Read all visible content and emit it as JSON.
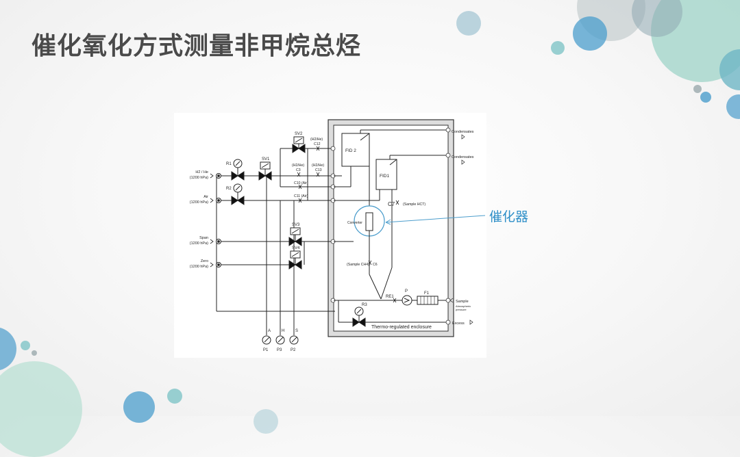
{
  "slide": {
    "title": "催化氧化方式测量非甲烷总烃"
  },
  "callout": {
    "label": "催化器"
  },
  "colors": {
    "accent_blue": "#2e8fc8",
    "teal": "#7fc4be",
    "deco_blue": "#4b9dcc",
    "title_gray": "#4a4a4a"
  },
  "diagram": {
    "inlets": [
      {
        "label": "H2 / He",
        "pressure": "(1200 hPa)"
      },
      {
        "label": "Air",
        "pressure": "(1200 hPa)"
      },
      {
        "label": "Span",
        "pressure": "(1200 hPa)"
      },
      {
        "label": "Zero",
        "pressure": "(1200 hPa)"
      }
    ],
    "regulators": [
      "R1",
      "R2",
      "R3"
    ],
    "valves": [
      "SV1",
      "SV2",
      "SV3",
      "SV4"
    ],
    "capillaries": {
      "c12": "C12",
      "c12_gas": "(H2/He)",
      "c3": "C3",
      "c3_gas": "(H2/He)",
      "c13": "C13",
      "c13_gas": "(H2/He)",
      "c10": "C10 (Air)",
      "c11": "C11 (Air)",
      "c7": "C7",
      "c7_gas": "(Sample HCT)",
      "c6": "C6",
      "c6_gas": "(Sample CH4)"
    },
    "detectors": {
      "fid2": "FID 2",
      "fid1": "FID1",
      "converter": "Converter"
    },
    "outlets": {
      "cond1": "Condensates",
      "cond2": "Condensates",
      "sample": "Sample",
      "sample_note1": "Atmospheric",
      "sample_note2": "pressure",
      "excess": "Excess"
    },
    "pump_parts": {
      "re1": "RE1",
      "p": "P",
      "f1": "F1"
    },
    "gauges": [
      {
        "port": "A",
        "name": "P1"
      },
      {
        "port": "H",
        "name": "P3"
      },
      {
        "port": "S",
        "name": "P2"
      }
    ],
    "enclosure": "Thermo-regulated enclosure"
  }
}
